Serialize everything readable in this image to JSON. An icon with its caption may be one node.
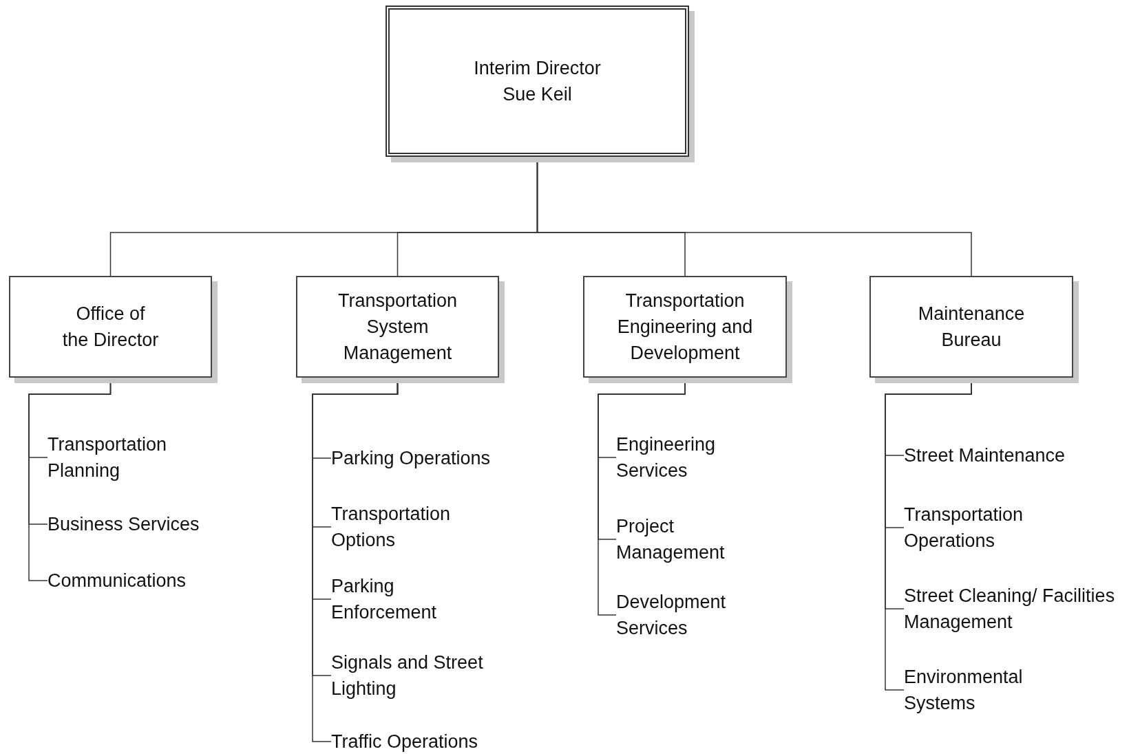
{
  "diagram": {
    "nodes": [
      {
        "text": [
          "Interim Director",
          "Sue Keil"
        ]
      },
      {
        "text": [
          "Office of the Director"
        ]
      },
      {
        "text": [
          "Transportation System Management"
        ]
      },
      {
        "text": [
          "Transportation Engineering and Development"
        ]
      },
      {
        "text": [
          "Maintenance Bureau"
        ]
      },
      {
        "text": [
          "Transportation Planning"
        ]
      },
      {
        "text": [
          "Business Services"
        ]
      },
      {
        "text": [
          "Communications"
        ]
      },
      {
        "text": [
          "Parking Operations"
        ]
      },
      {
        "text": [
          "Transportation Options"
        ]
      },
      {
        "text": [
          "Parking Enforcement"
        ]
      },
      {
        "text": [
          "Signals and Street Lighting"
        ]
      },
      {
        "text": [
          "Traffic Operations"
        ]
      },
      {
        "text": [
          "Engineering Services"
        ]
      },
      {
        "text": [
          "Project Management"
        ]
      },
      {
        "text": [
          "Development Services"
        ]
      },
      {
        "text": [
          "Street Maintenance"
        ]
      },
      {
        "text": [
          "Transportation Operations"
        ]
      },
      {
        "text": [
          "Street Cleaning/ Facilities Management"
        ]
      },
      {
        "text": [
          "Environmental Systems"
        ]
      }
    ],
    "edges": [
      {
        "from": 0,
        "to": 1,
        "arrow": "none"
      },
      {
        "from": 0,
        "to": 2,
        "arrow": "none"
      },
      {
        "from": 0,
        "to": 3,
        "arrow": "none"
      },
      {
        "from": 0,
        "to": 4,
        "arrow": "none"
      },
      {
        "from": 1,
        "to": 5,
        "arrow": "none"
      },
      {
        "from": 1,
        "to": 6,
        "arrow": "none"
      },
      {
        "from": 1,
        "to": 7,
        "arrow": "none"
      },
      {
        "from": 2,
        "to": 8,
        "arrow": "none"
      },
      {
        "from": 2,
        "to": 9,
        "arrow": "none"
      },
      {
        "from": 2,
        "to": 10,
        "arrow": "none"
      },
      {
        "from": 2,
        "to": 11,
        "arrow": "none"
      },
      {
        "from": 2,
        "to": 12,
        "arrow": "none"
      },
      {
        "from": 3,
        "to": 13,
        "arrow": "none"
      },
      {
        "from": 3,
        "to": 14,
        "arrow": "none"
      },
      {
        "from": 3,
        "to": 15,
        "arrow": "none"
      },
      {
        "from": 4,
        "to": 16,
        "arrow": "none"
      },
      {
        "from": 4,
        "to": 17,
        "arrow": "none"
      },
      {
        "from": 4,
        "to": 18,
        "arrow": "none"
      },
      {
        "from": 4,
        "to": 19,
        "arrow": "none"
      }
    ]
  }
}
